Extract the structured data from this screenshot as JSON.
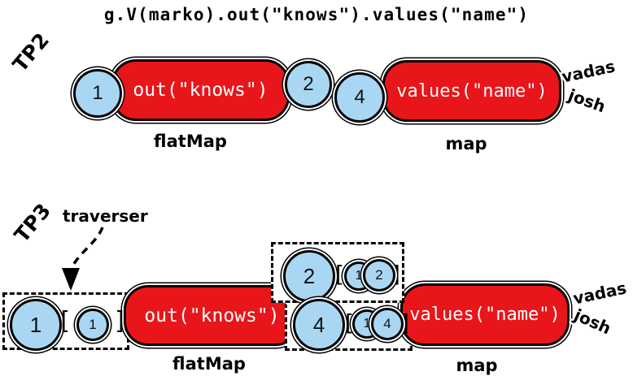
{
  "title": "g.V(marko).out(\"knows\").values(\"name\")",
  "colors": {
    "step_red": "#e8151a",
    "traverser_blue": "#a9d7f3"
  },
  "tp2": {
    "label": "TP2",
    "input_traverser": "1",
    "step1": "out(\"knows\")",
    "step1_label": "flatMap",
    "mid_traverser_a": "2",
    "mid_traverser_b": "4",
    "step2": "values(\"name\")",
    "step2_label": "map",
    "output1": "vadas",
    "output2": "josh"
  },
  "tp3": {
    "label": "TP3",
    "annotation": "traverser",
    "bracket_open": "[",
    "bracket_close": "]",
    "input_value": "1",
    "input_path1": "1",
    "step1": "out(\"knows\")",
    "step1_label": "flatMap",
    "mid1_value": "2",
    "mid1_path1": "1",
    "mid1_path2": "2",
    "mid2_value": "4",
    "mid2_path1": "1",
    "mid2_path2": "4",
    "step2": "values(\"name\")",
    "step2_label": "map",
    "output1": "vadas",
    "output2": "josh"
  }
}
